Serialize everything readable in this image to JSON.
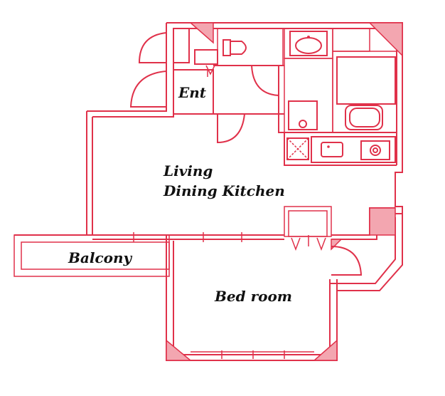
{
  "rooms": {
    "entrance": "Ent",
    "living_line1": "Living",
    "living_line2": "Dining Kitchen",
    "balcony": "Balcony",
    "bedroom": "Bed room"
  },
  "colors": {
    "wall_stroke": "#e0314a",
    "wall_fill": "#f7c9cf",
    "label_text": "#111111"
  }
}
